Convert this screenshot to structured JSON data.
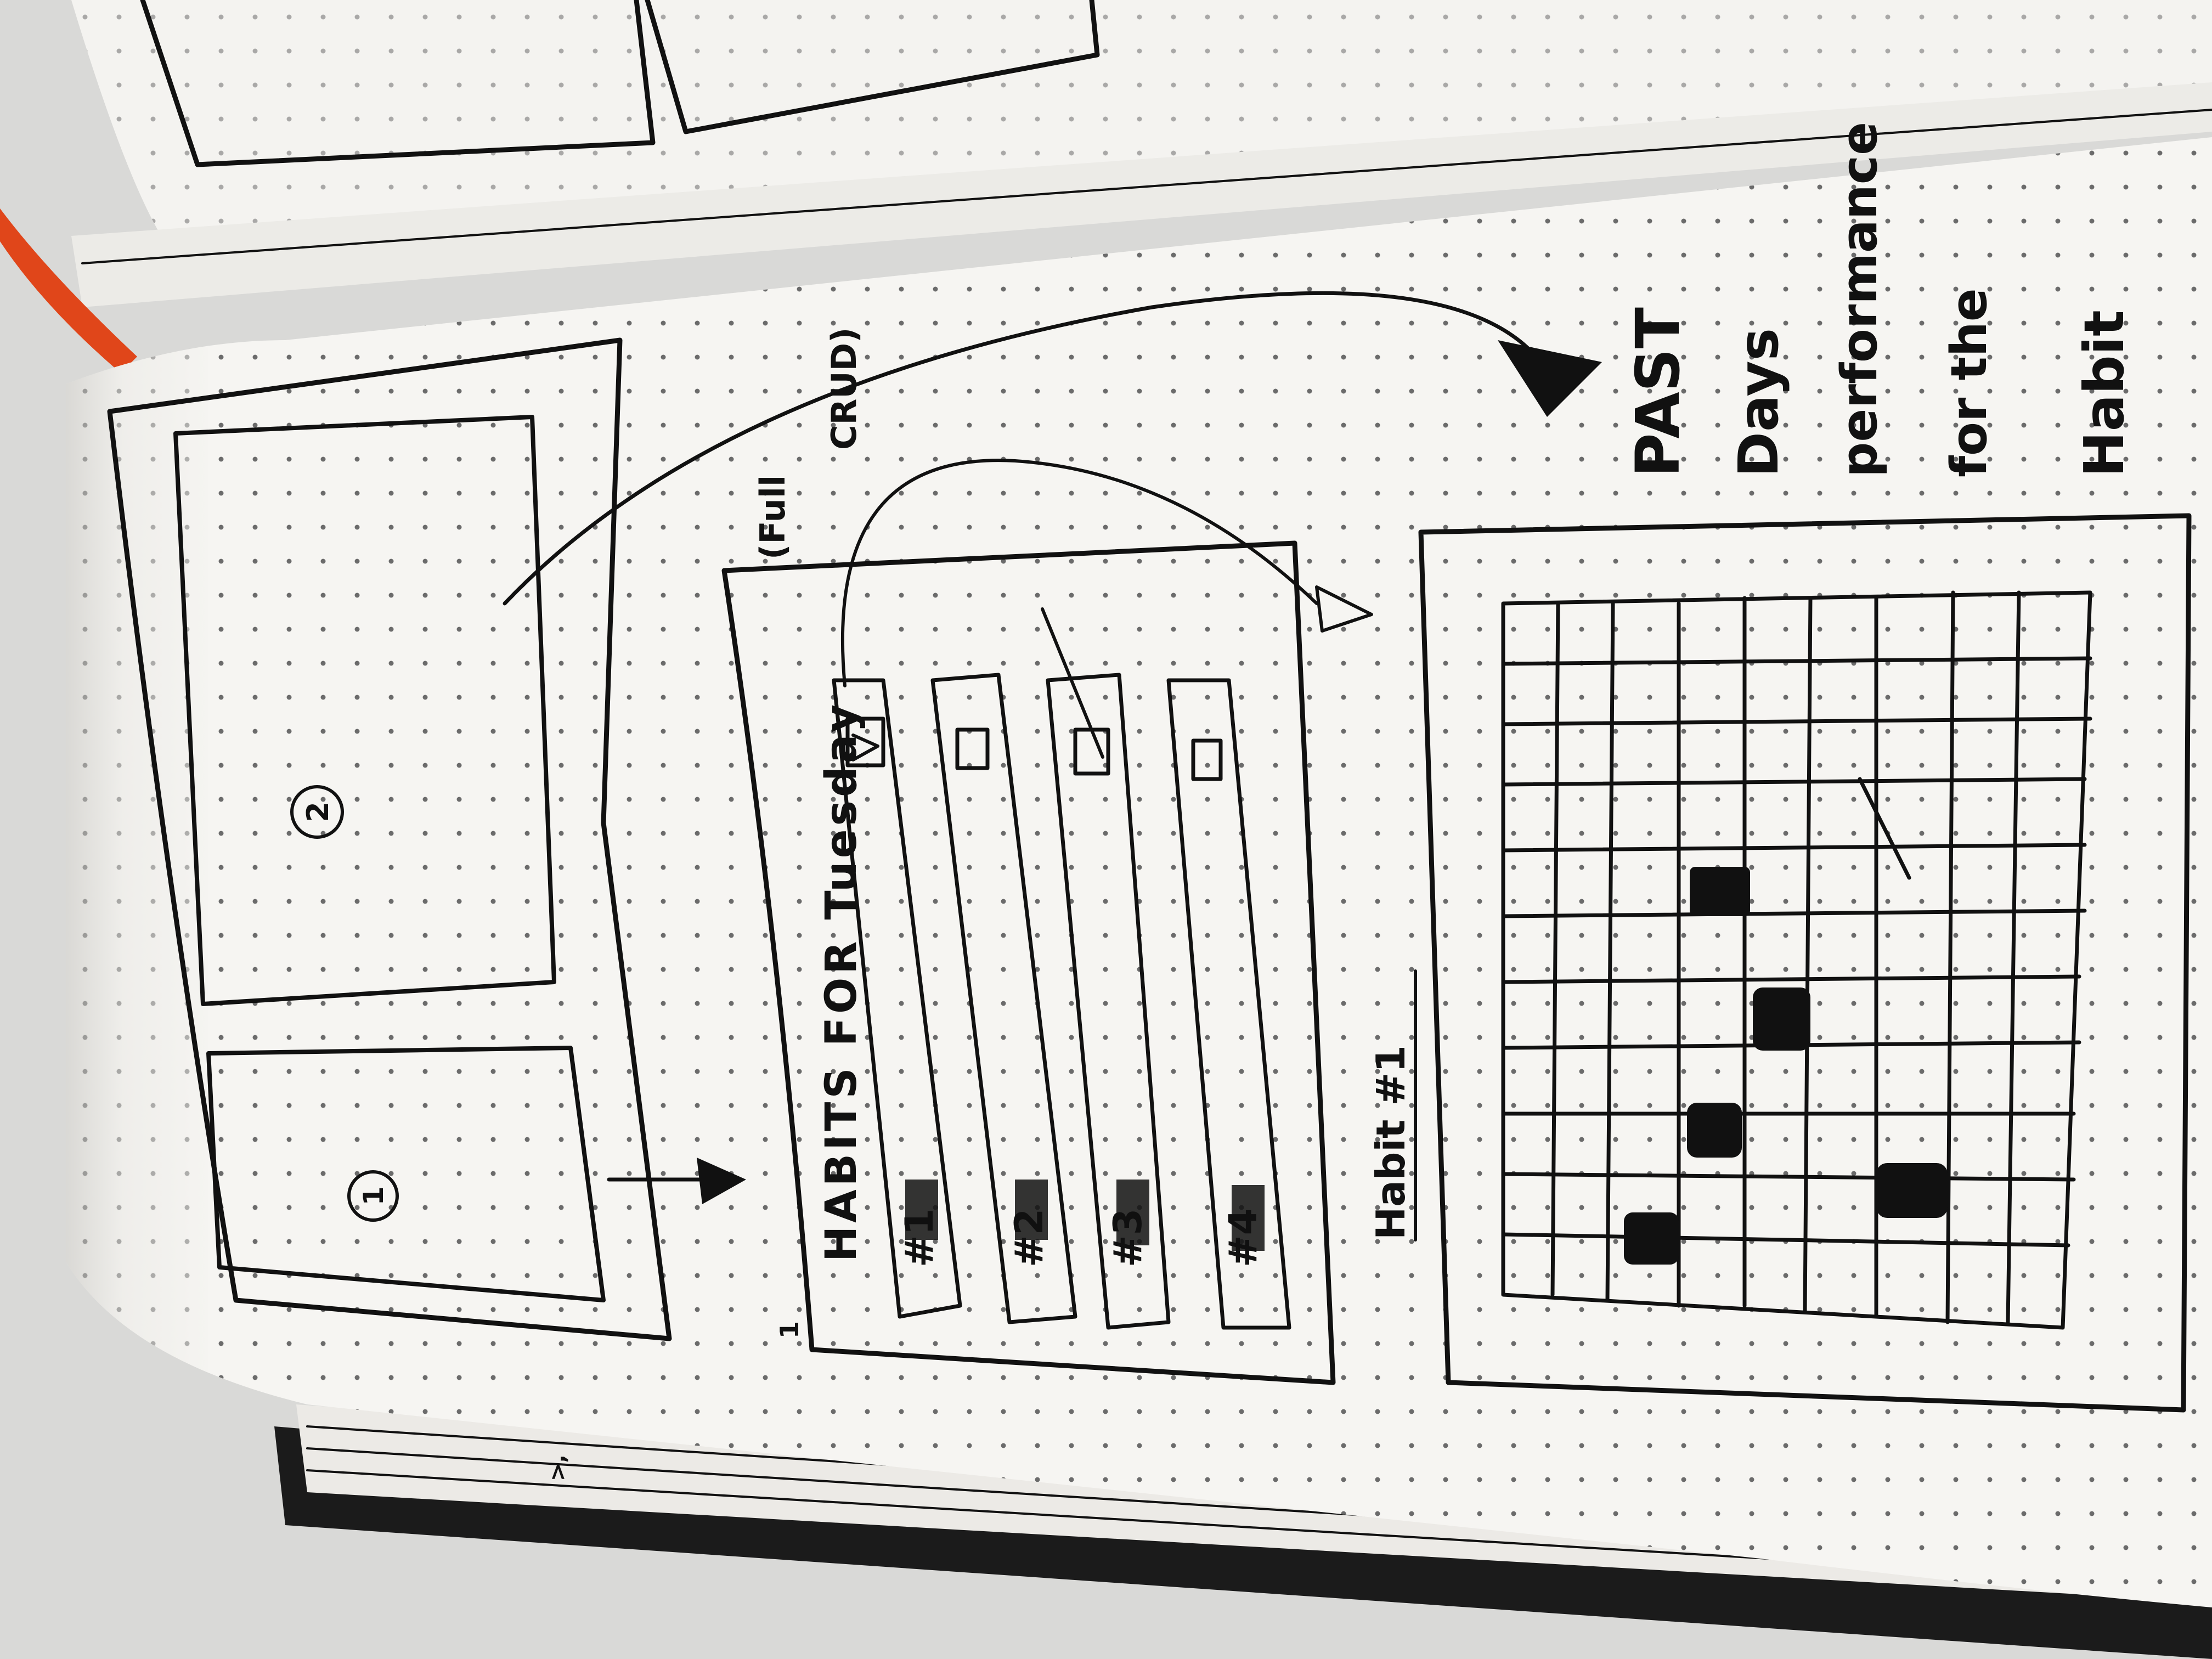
{
  "sketch": {
    "screen_1_label": "1",
    "screen_2_label": "2",
    "panel_marker": "1",
    "panel_title": "HABITS FOR Tuesday",
    "crud_note_line1": "(Full",
    "crud_note_line2": "CRUD)",
    "habits": [
      {
        "label": "#1",
        "checked": true
      },
      {
        "label": "#2",
        "checked": false
      },
      {
        "label": "#3",
        "checked": true
      },
      {
        "label": "#4",
        "checked": false
      }
    ],
    "detail_title": "Habit #1",
    "note_lines": [
      "PAST",
      "Days",
      "performance",
      "for the",
      "Habit"
    ],
    "grid_filled_cells": 5,
    "page_fold_mark": ">,"
  },
  "colors": {
    "ink": "#111111",
    "paper": "#f6f5f2",
    "bookmark": "#e0461a",
    "cover": "#1b1b1b"
  }
}
